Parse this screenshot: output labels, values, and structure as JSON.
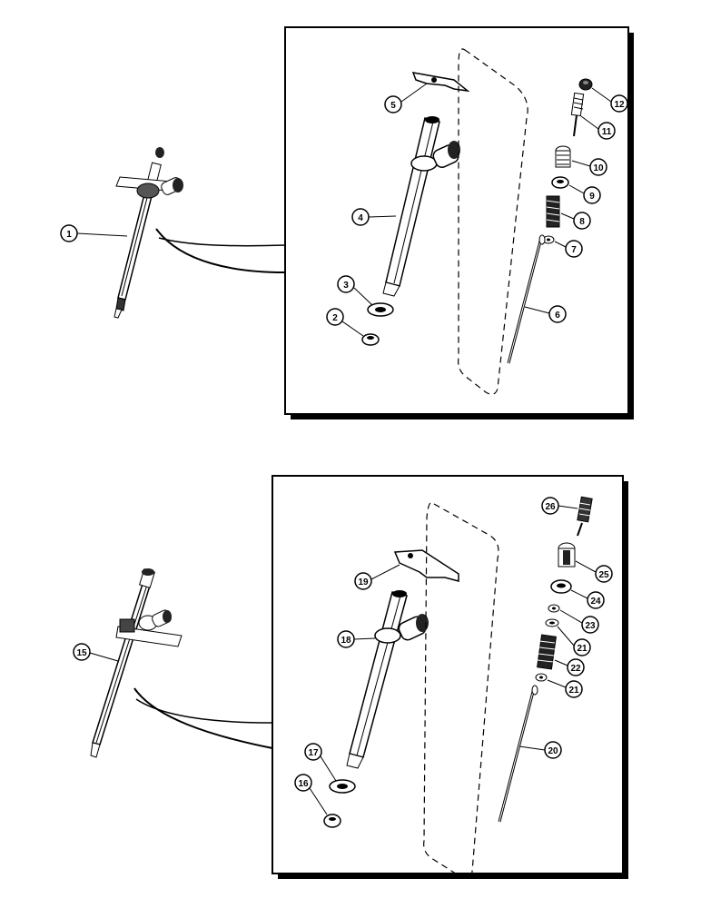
{
  "callouts": {
    "c1": "1",
    "c2": "2",
    "c3": "3",
    "c4": "4",
    "c5": "5",
    "c6": "6",
    "c7": "7",
    "c8": "8",
    "c9": "9",
    "c10": "10",
    "c11": "11",
    "c12": "12",
    "c15": "15",
    "c16": "16",
    "c17": "17",
    "c18": "18",
    "c19": "19",
    "c20": "20",
    "c21a": "21",
    "c21b": "21",
    "c22": "22",
    "c23": "23",
    "c24": "24",
    "c25": "25",
    "c26": "26"
  },
  "colors": {
    "ink": "#000000",
    "paper": "#ffffff",
    "shade": "#3a3a3a"
  }
}
